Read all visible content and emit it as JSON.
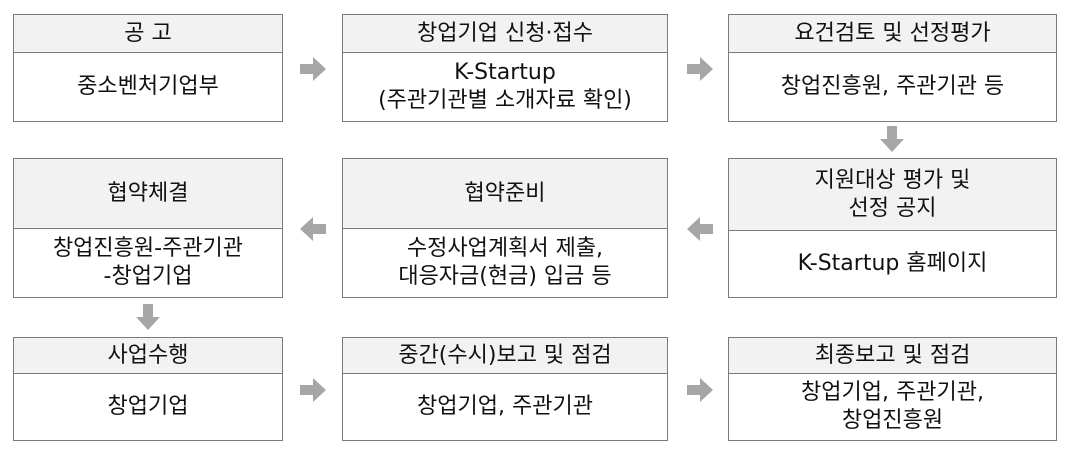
{
  "steps": [
    {
      "title": "공   고",
      "body": "중소벤처기업부"
    },
    {
      "title": "창업기업 신청·접수",
      "body": "K-Startup\n(주관기관별 소개자료 확인)"
    },
    {
      "title": "요건검토 및 선정평가",
      "body": "창업진흥원, 주관기관 등"
    },
    {
      "title": "지원대상 평가 및\n선정 공지",
      "body": "K-Startup 홈페이지"
    },
    {
      "title": "협약준비",
      "body": "수정사업계획서 제출,\n대응자금(현금) 입금 등"
    },
    {
      "title": "협약체결",
      "body": "창업진흥원-주관기관\n-창업기업"
    },
    {
      "title": "사업수행",
      "body": "창업기업"
    },
    {
      "title": "중간(수시)보고 및 점검",
      "body": "창업기업, 주관기관"
    },
    {
      "title": "최종보고 및 점검",
      "body": "창업기업, 주관기관,\n창업진흥원"
    }
  ],
  "colors": {
    "header_bg": "#f2f2f2",
    "border": "#7a7a7a",
    "arrow": "#a6a6a6"
  }
}
